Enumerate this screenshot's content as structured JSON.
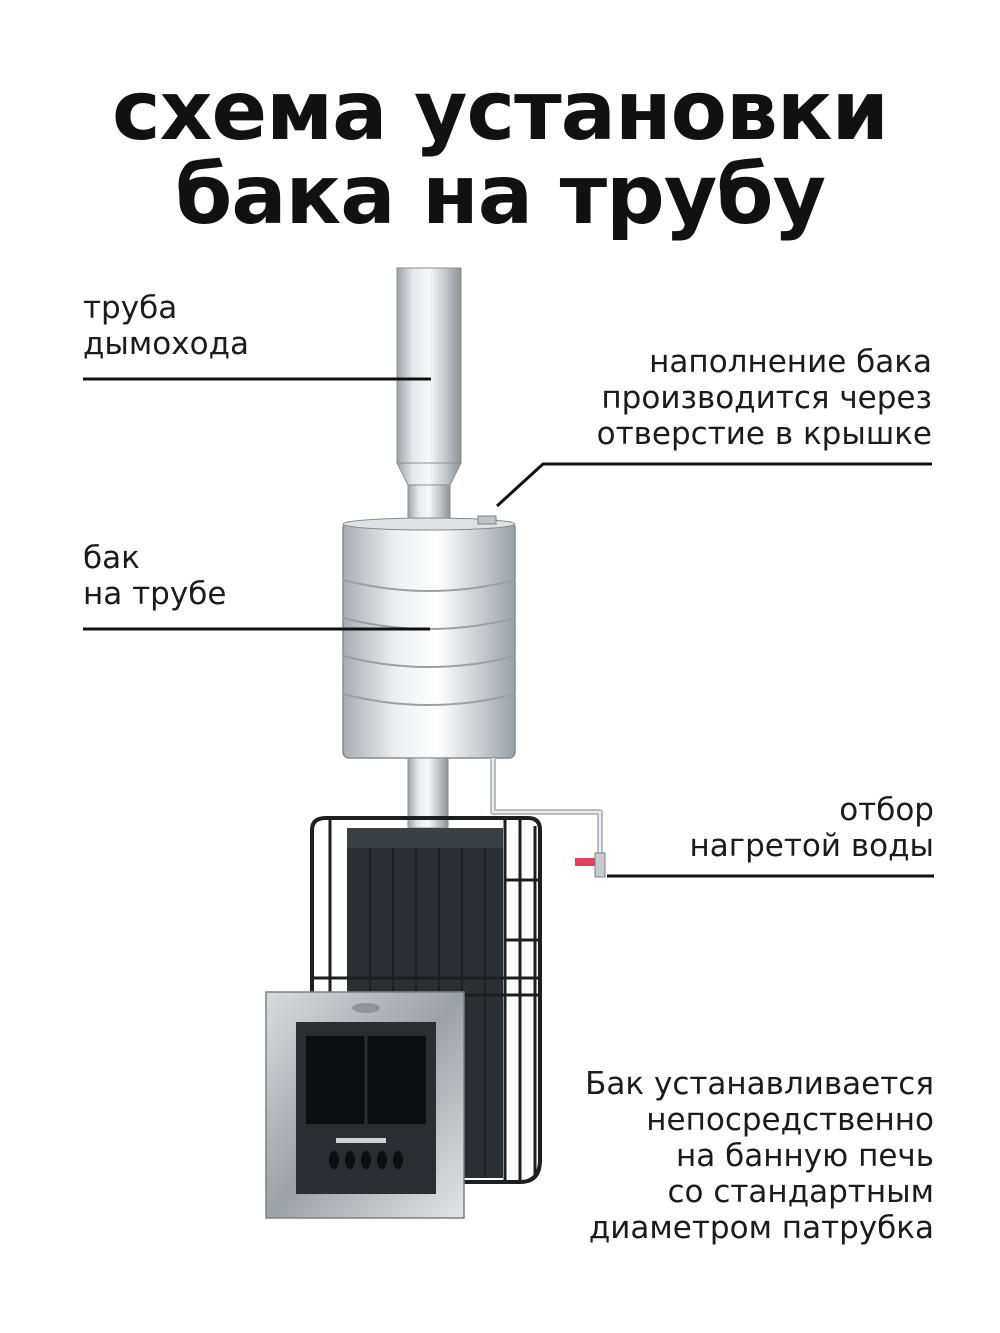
{
  "title": {
    "line1": "схема установки",
    "line2": "бака на трубу"
  },
  "labels": {
    "chimney": {
      "line1": "труба",
      "line2": "дымохода"
    },
    "filling": {
      "line1": "наполнение бака",
      "line2": "производится через",
      "line3": "отверстие в крышке"
    },
    "tank": {
      "line1": "бак",
      "line2": "на трубе"
    },
    "hot_water": {
      "line1": "отбор",
      "line2": "нагретой воды"
    },
    "install": {
      "line1": "Бак устанавливается",
      "line2": "непосредственно",
      "line3": "на банную печь",
      "line4": "со стандартным",
      "line5": "диаметром патрубка"
    }
  },
  "colors": {
    "text": "#1b1b1b",
    "steel": "#c9ccd0",
    "stove_body": "#2b2f33",
    "tap_handle": "#e0415a"
  }
}
